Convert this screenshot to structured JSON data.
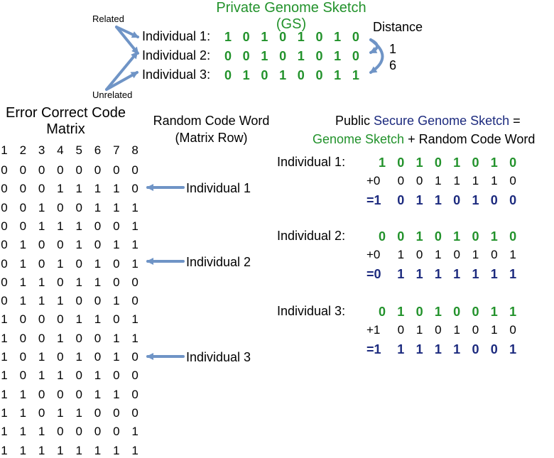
{
  "top": {
    "title_line1": "Private Genome Sketch",
    "title_line2": "(GS)",
    "related_label": "Related",
    "unrelated_label": "Unrelated",
    "distance_label": "Distance",
    "distance_values": [
      "1",
      "6"
    ],
    "individuals": [
      {
        "label": "Individual 1:",
        "bits": [
          "1",
          "0",
          "1",
          "0",
          "1",
          "0",
          "1",
          "0"
        ]
      },
      {
        "label": "Individual 2:",
        "bits": [
          "0",
          "0",
          "1",
          "0",
          "1",
          "0",
          "1",
          "0"
        ]
      },
      {
        "label": "Individual 3:",
        "bits": [
          "0",
          "1",
          "0",
          "1",
          "0",
          "0",
          "1",
          "1"
        ]
      }
    ]
  },
  "matrix": {
    "title_line1": "Error Correct Code",
    "title_line2": "Matrix",
    "columns": [
      "1",
      "2",
      "3",
      "4",
      "5",
      "6",
      "7",
      "8"
    ],
    "rows": [
      [
        "0",
        "0",
        "0",
        "0",
        "0",
        "0",
        "0",
        "0"
      ],
      [
        "0",
        "0",
        "0",
        "1",
        "1",
        "1",
        "1",
        "0"
      ],
      [
        "0",
        "0",
        "1",
        "0",
        "0",
        "1",
        "1",
        "1"
      ],
      [
        "0",
        "0",
        "1",
        "1",
        "1",
        "0",
        "0",
        "1"
      ],
      [
        "0",
        "1",
        "0",
        "0",
        "1",
        "0",
        "1",
        "1"
      ],
      [
        "0",
        "1",
        "0",
        "1",
        "0",
        "1",
        "0",
        "1"
      ],
      [
        "0",
        "1",
        "1",
        "0",
        "1",
        "1",
        "0",
        "0"
      ],
      [
        "0",
        "1",
        "1",
        "1",
        "0",
        "0",
        "1",
        "0"
      ],
      [
        "1",
        "0",
        "0",
        "0",
        "1",
        "1",
        "0",
        "1"
      ],
      [
        "1",
        "0",
        "0",
        "1",
        "0",
        "0",
        "1",
        "1"
      ],
      [
        "1",
        "0",
        "1",
        "0",
        "1",
        "0",
        "1",
        "0"
      ],
      [
        "1",
        "0",
        "1",
        "1",
        "0",
        "1",
        "0",
        "0"
      ],
      [
        "1",
        "1",
        "0",
        "0",
        "0",
        "1",
        "1",
        "0"
      ],
      [
        "1",
        "1",
        "0",
        "1",
        "1",
        "0",
        "0",
        "0"
      ],
      [
        "1",
        "1",
        "1",
        "0",
        "0",
        "0",
        "0",
        "1"
      ],
      [
        "1",
        "1",
        "1",
        "1",
        "1",
        "1",
        "1",
        "1"
      ]
    ]
  },
  "codeword": {
    "title_line1": "Random Code Word",
    "title_line2": "(Matrix Row)",
    "pointers": [
      "Individual 1",
      "Individual 2",
      "Individual 3"
    ]
  },
  "public": {
    "title_prefix": "Public ",
    "title_secure": "Secure Genome Sketch",
    "title_eq": " =",
    "title2_gs": "Genome Sketch",
    "title2_rest": " + Random Code Word",
    "blocks": [
      {
        "label": "Individual 1:",
        "gs_bits": [
          "1",
          "0",
          "1",
          "0",
          "1",
          "0",
          "1",
          "0"
        ],
        "plus_prefix": "+0",
        "code_rest": [
          "0",
          "0",
          "1",
          "1",
          "1",
          "1",
          "0"
        ],
        "eq_prefix": "=1",
        "result_rest": [
          "0",
          "1",
          "1",
          "0",
          "1",
          "0",
          "0"
        ]
      },
      {
        "label": "Individual 2:",
        "gs_bits": [
          "0",
          "0",
          "1",
          "0",
          "1",
          "0",
          "1",
          "0"
        ],
        "plus_prefix": "+0",
        "code_rest": [
          "1",
          "0",
          "1",
          "0",
          "1",
          "0",
          "1"
        ],
        "eq_prefix": "=0",
        "result_rest": [
          "1",
          "1",
          "1",
          "1",
          "1",
          "1",
          "1"
        ]
      },
      {
        "label": "Individual 3:",
        "gs_bits": [
          "0",
          "1",
          "0",
          "1",
          "0",
          "0",
          "1",
          "1"
        ],
        "plus_prefix": "+1",
        "code_rest": [
          "0",
          "1",
          "0",
          "1",
          "0",
          "1",
          "0"
        ],
        "eq_prefix": "=1",
        "result_rest": [
          "1",
          "1",
          "1",
          "1",
          "0",
          "0",
          "1"
        ]
      }
    ]
  },
  "colors": {
    "green": "#22922b",
    "navy": "#1c2a7e",
    "arrow": "#6f94c6"
  }
}
